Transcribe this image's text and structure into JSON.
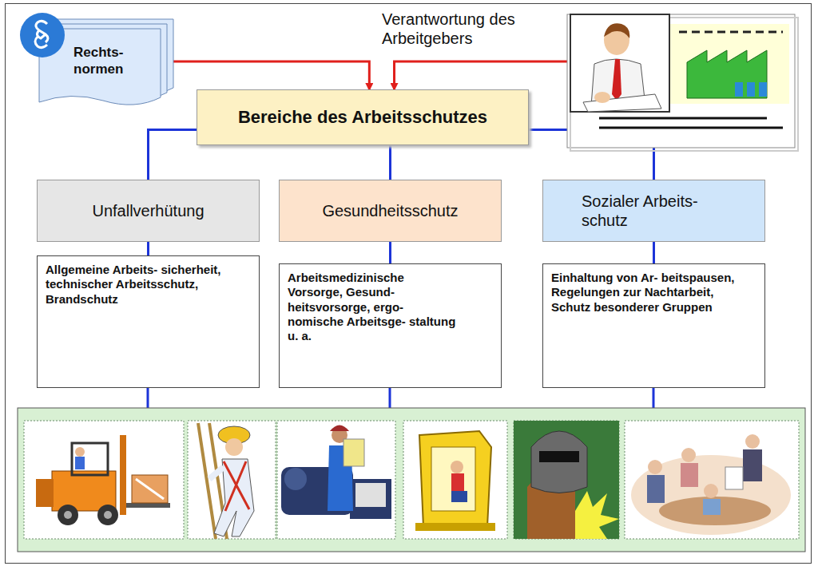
{
  "diagram": {
    "nodes": [
      {
        "text": [
          "Rechts- normen"
        ]
      },
      {
        "text": [
          "Bereiche des Arbeitsschutzes"
        ]
      },
      {
        "text": [
          "Verantwortung des Arbeitgebers"
        ]
      },
      {
        "text": [
          "Unfallverhütung"
        ]
      },
      {
        "text": [
          "Gesundheitsschutz"
        ]
      },
      {
        "text": [
          "Sozialer Arbeits- schutz"
        ]
      },
      {
        "text": [
          "Allgemeine Arbeits- sicherheit, technischer Arbeitsschutz, Brandschutz"
        ]
      },
      {
        "text": [
          "Arbeitsmedizinische Vorsorge, Gesund- heitsvorsorge, ergo- nomische Arbeitsge- staltung u. a."
        ]
      },
      {
        "text": [
          "Einhaltung von Ar- beitspausen, Regelungen zur Nachtarbeit, Schutz besonderer Gruppen"
        ]
      }
    ],
    "edges": [
      {
        "from": 0,
        "to": 1,
        "arrow": "to"
      },
      {
        "from": 2,
        "to": 1,
        "arrow": "to"
      },
      {
        "from": 1,
        "to": 3,
        "arrow": "none"
      },
      {
        "from": 1,
        "to": 4,
        "arrow": "none"
      },
      {
        "from": 1,
        "to": 2,
        "arrow": "none"
      },
      {
        "from": 2,
        "to": 5,
        "arrow": "none"
      },
      {
        "from": 3,
        "to": 6,
        "arrow": "none"
      },
      {
        "from": 4,
        "to": 7,
        "arrow": "none"
      },
      {
        "from": 5,
        "to": 8,
        "arrow": "none"
      }
    ]
  }
}
